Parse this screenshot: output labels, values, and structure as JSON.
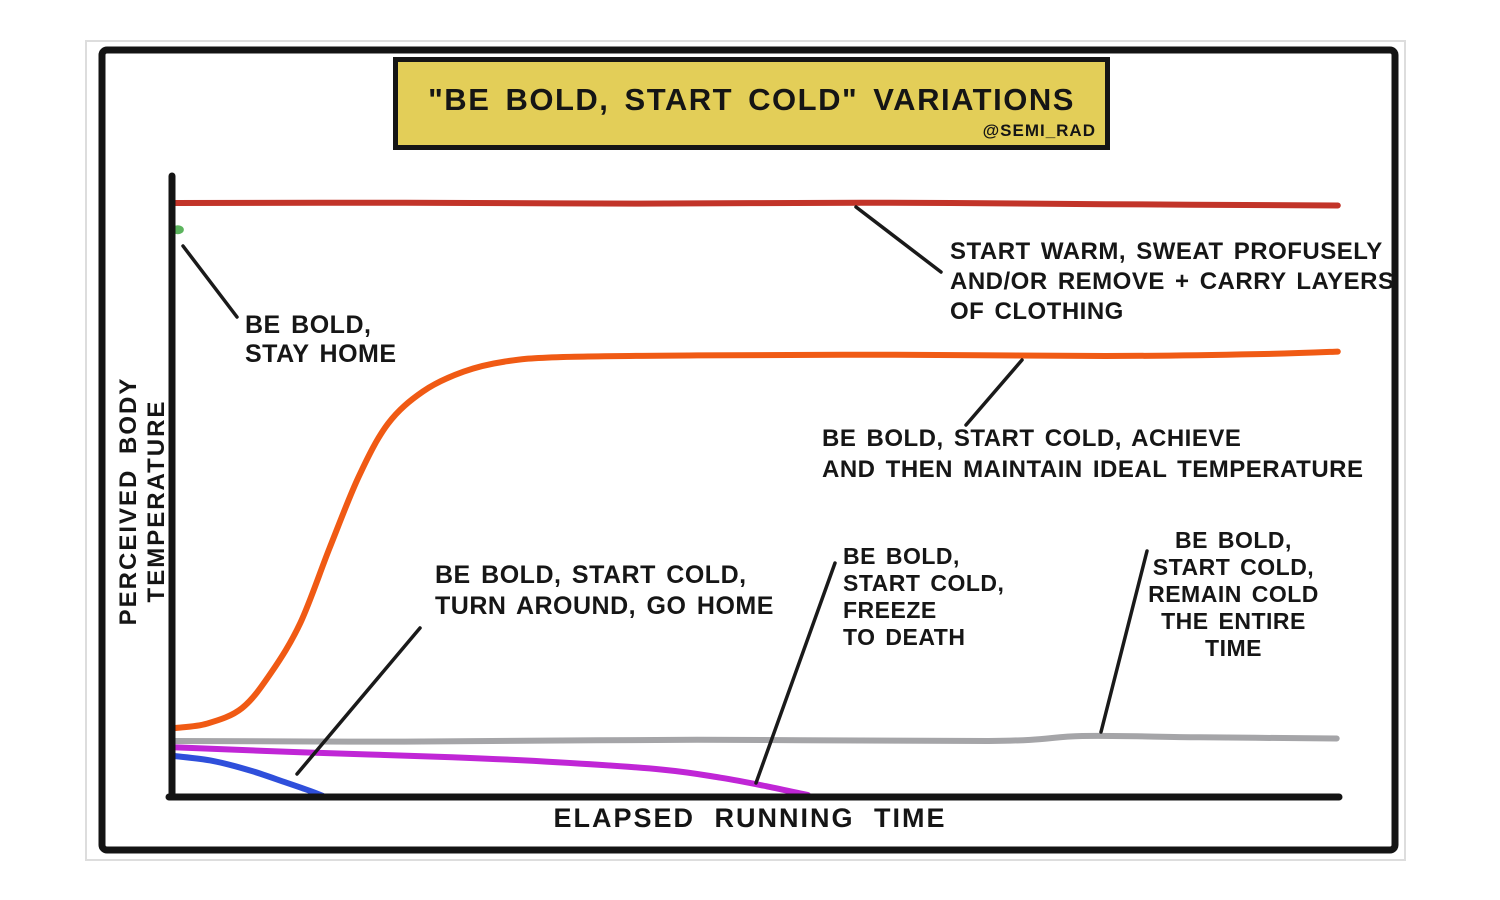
{
  "title_box": {
    "title": "\"BE BOLD, START COLD\" VARIATIONS",
    "attribution": "@SEMI_RAD",
    "bg_color": "#e3ce58",
    "border_color": "#151515"
  },
  "axes": {
    "x_label": "ELAPSED RUNNING TIME",
    "y_label": "PERCEIVED BODY TEMPERATURE"
  },
  "annotations": [
    {
      "id": "stay-home",
      "text": "BE BOLD,\nSTAY HOME"
    },
    {
      "id": "start-warm",
      "text": "START WARM, SWEAT PROFUSELY\nAND/OR REMOVE + CARRY LAYERS\nOF CLOTHING"
    },
    {
      "id": "achieve",
      "text": "BE BOLD, START COLD, ACHIEVE\nAND THEN MAINTAIN  IDEAL TEMPERATURE"
    },
    {
      "id": "turn-around",
      "text": "BE BOLD, START COLD,\nTURN AROUND, GO HOME"
    },
    {
      "id": "freeze",
      "text": "BE BOLD,\nSTART COLD,\nFREEZE\nTO DEATH"
    },
    {
      "id": "remain-cold",
      "text": "BE BOLD,\nSTART COLD,\nREMAIN COLD\nTHE ENTIRE\nTIME"
    }
  ],
  "chart_data": {
    "type": "line",
    "title": "\"BE BOLD, START COLD\" VARIATIONS",
    "xlabel": "ELAPSED RUNNING TIME",
    "ylabel": "PERCEIVED BODY TEMPERATURE",
    "x_axis": {
      "range": [
        0,
        1
      ],
      "ticks": [],
      "unit": "normalized elapsed running time"
    },
    "y_axis": {
      "range": [
        0,
        1
      ],
      "ticks": [],
      "unit": "normalized perceived body temperature"
    },
    "grid": false,
    "legend": "labels annotated directly on curves with leader lines",
    "series": [
      {
        "name": "START WARM, SWEAT PROFUSELY AND/OR REMOVE + CARRY LAYERS OF CLOTHING",
        "color": "#c23429",
        "style": "line",
        "points": [
          [
            0.003,
            0.955
          ],
          [
            0.2,
            0.9555
          ],
          [
            0.4,
            0.954
          ],
          [
            0.6,
            0.9555
          ],
          [
            0.8,
            0.953
          ],
          [
            0.999,
            0.951
          ]
        ]
      },
      {
        "name": "BE BOLD, STAY HOME",
        "color": "#5cb45e",
        "style": "point",
        "points": [
          [
            0.005,
            0.912
          ]
        ]
      },
      {
        "name": "BE BOLD, START COLD, ACHIEVE AND THEN MAINTAIN IDEAL TEMPERATURE",
        "color": "#f05a14",
        "style": "line",
        "points": [
          [
            0.003,
            0.111
          ],
          [
            0.03,
            0.118
          ],
          [
            0.06,
            0.143
          ],
          [
            0.085,
            0.2
          ],
          [
            0.11,
            0.28
          ],
          [
            0.135,
            0.4
          ],
          [
            0.16,
            0.515
          ],
          [
            0.185,
            0.6
          ],
          [
            0.215,
            0.652
          ],
          [
            0.25,
            0.684
          ],
          [
            0.285,
            0.7
          ],
          [
            0.33,
            0.707
          ],
          [
            0.45,
            0.71
          ],
          [
            0.62,
            0.711
          ],
          [
            0.8,
            0.709
          ],
          [
            0.93,
            0.712
          ],
          [
            0.999,
            0.716
          ]
        ]
      },
      {
        "name": "BE BOLD, START COLD, TURN AROUND, GO HOME",
        "color": "#2f4fdb",
        "style": "line",
        "points": [
          [
            0.001,
            0.066
          ],
          [
            0.035,
            0.058
          ],
          [
            0.068,
            0.042
          ],
          [
            0.098,
            0.023
          ],
          [
            0.118,
            0.01
          ],
          [
            0.129,
            0.002
          ]
        ]
      },
      {
        "name": "BE BOLD, START COLD, FREEZE TO DEATH",
        "color": "#c026d6",
        "style": "line",
        "points": [
          [
            0.001,
            0.08
          ],
          [
            0.11,
            0.072
          ],
          [
            0.24,
            0.064
          ],
          [
            0.33,
            0.056
          ],
          [
            0.42,
            0.044
          ],
          [
            0.47,
            0.031
          ],
          [
            0.51,
            0.017
          ],
          [
            0.545,
            0.003
          ]
        ]
      },
      {
        "name": "BE BOLD, START COLD, REMAIN COLD THE ENTIRE TIME",
        "color": "#a5a5a8",
        "style": "line",
        "points": [
          [
            0.002,
            0.09
          ],
          [
            0.2,
            0.089
          ],
          [
            0.45,
            0.092
          ],
          [
            0.7,
            0.09
          ],
          [
            0.78,
            0.098
          ],
          [
            0.88,
            0.096
          ],
          [
            0.998,
            0.094
          ]
        ]
      }
    ]
  }
}
